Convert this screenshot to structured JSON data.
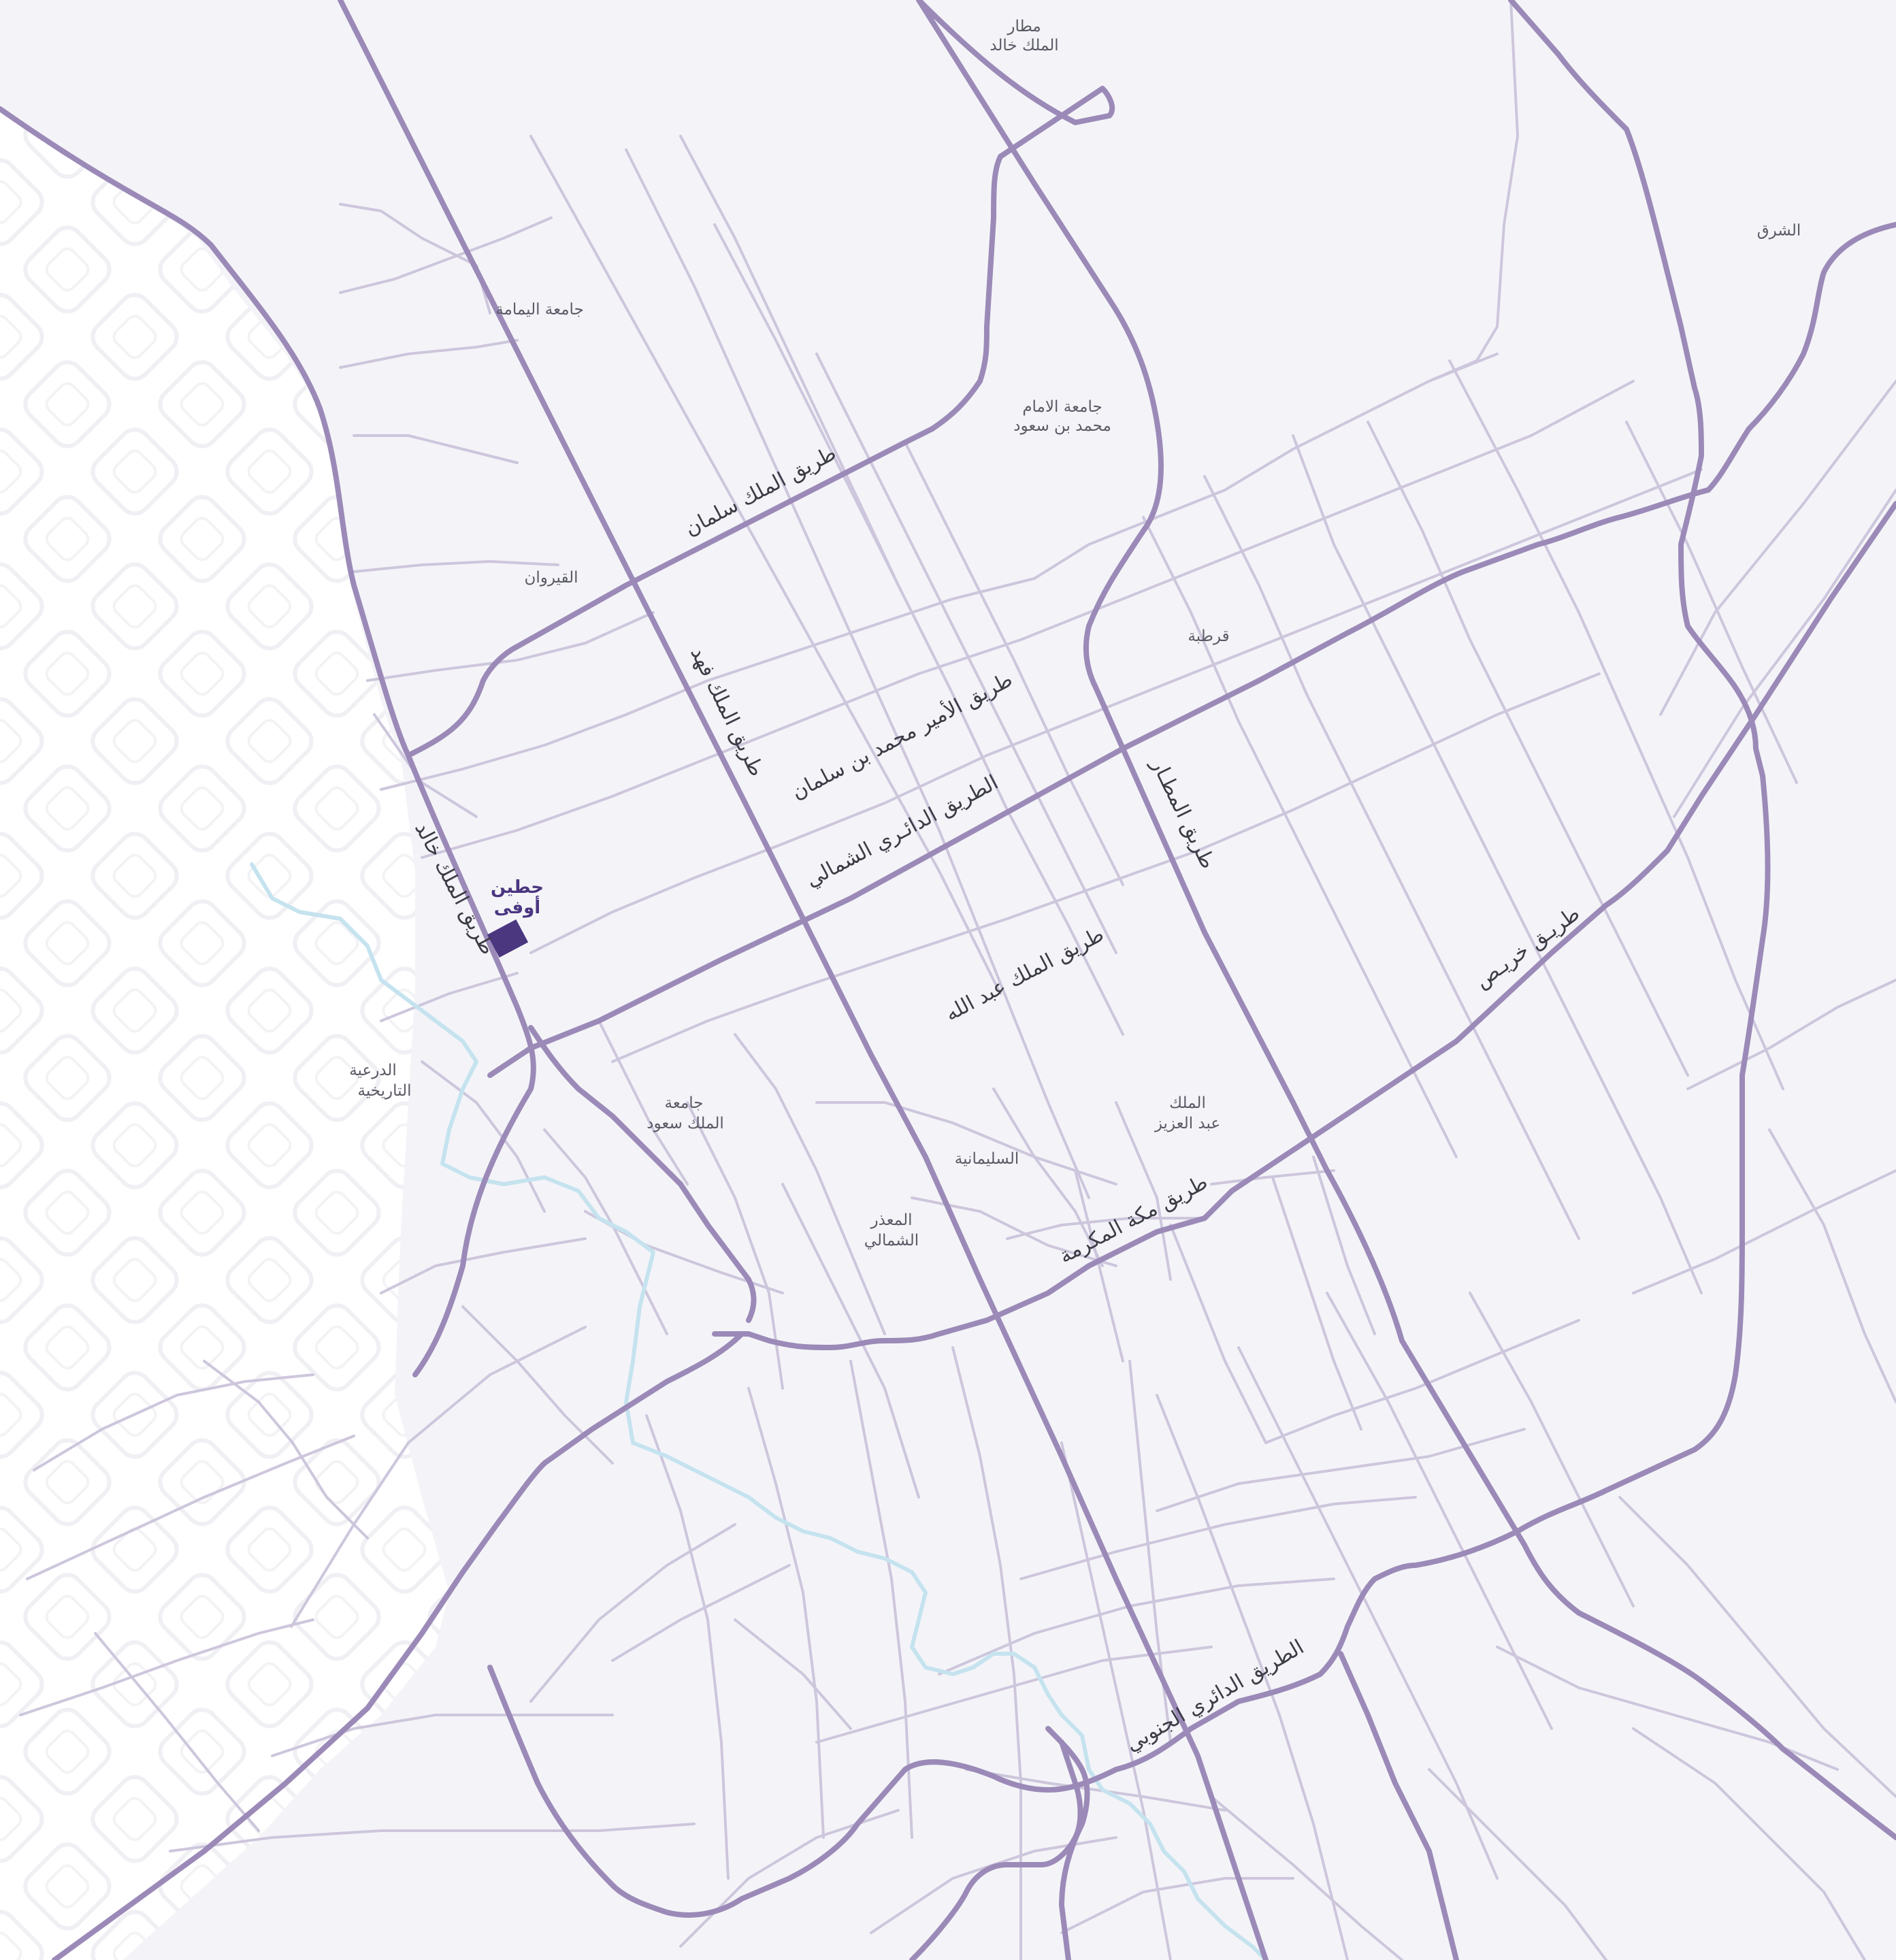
{
  "map": {
    "colors": {
      "background": "#f4f4f8",
      "major_road": "#9b8ab8",
      "minor_road": "#cdc6dc",
      "wadi": "#c5e3ef",
      "marker": "#4b3680",
      "text": "#3c3c46"
    },
    "project_marker": {
      "line1": "حطين",
      "line2": "أوفى"
    },
    "roads": {
      "king_salman": "طريق الملك سلمان",
      "king_fahd": "طريق الملك فهد",
      "prince_mbs": "طريق الأمير محمد بن سلمان",
      "northern_ring": "الطريق الدائـري الشمالي",
      "king_khalid": "طريق الملك خالد",
      "king_abdullah": "طريق الملك عبد الله",
      "airport": "طريق المطـار",
      "khurais": "طريـق خريـص",
      "makkah": "طريق مكة المكرمة",
      "southern_ring": "الطريق الدائري الجنوبي"
    },
    "areas": {
      "airport_1": "مطار",
      "airport_2": "الملك خالد",
      "yamamah": "جامعة اليمامة",
      "imam_1": "جامعة الامام",
      "imam_2": "محمد بن سعود",
      "sharq": "الشرق",
      "qairawan": "القيروان",
      "qurtubah": "قرطبة",
      "diriyah_1": "الدرعية",
      "diriyah_2": "التاريخية",
      "ksu_1": "جامعة",
      "ksu_2": "الملك سعود",
      "malik_aa_1": "الملك",
      "malik_aa_2": "عبد العزيز",
      "sulaymaniyah": "السليمانية",
      "mather_1": "المعذر",
      "mather_2": "الشمالي"
    }
  }
}
